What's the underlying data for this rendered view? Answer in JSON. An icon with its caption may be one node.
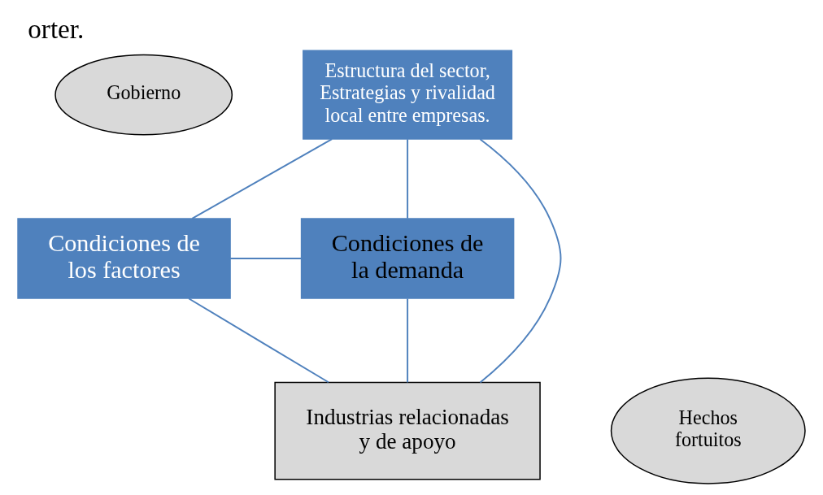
{
  "diagram": {
    "title": "orter.",
    "nodes": [
      {
        "text": [
          "Gobierno"
        ]
      },
      {
        "text": [
          "Estructura del sector, Estrategias y rivalidad local entre empresas."
        ]
      },
      {
        "text": [
          "Condiciones de los factores"
        ]
      },
      {
        "text": [
          "Condiciones de la demanda"
        ]
      },
      {
        "text": [
          "Industrias relacionadas y de apoyo"
        ]
      },
      {
        "text": [
          "Hechos fortuitos"
        ]
      }
    ],
    "edges": [
      {
        "from": 1,
        "to": 2,
        "arrow": "none"
      },
      {
        "from": 1,
        "to": 3,
        "arrow": "none"
      },
      {
        "from": 1,
        "to": 4,
        "arrow": "none"
      },
      {
        "from": 2,
        "to": 3,
        "arrow": "none"
      },
      {
        "from": 2,
        "to": 4,
        "arrow": "none"
      },
      {
        "from": 3,
        "to": 4,
        "arrow": "none"
      }
    ]
  }
}
